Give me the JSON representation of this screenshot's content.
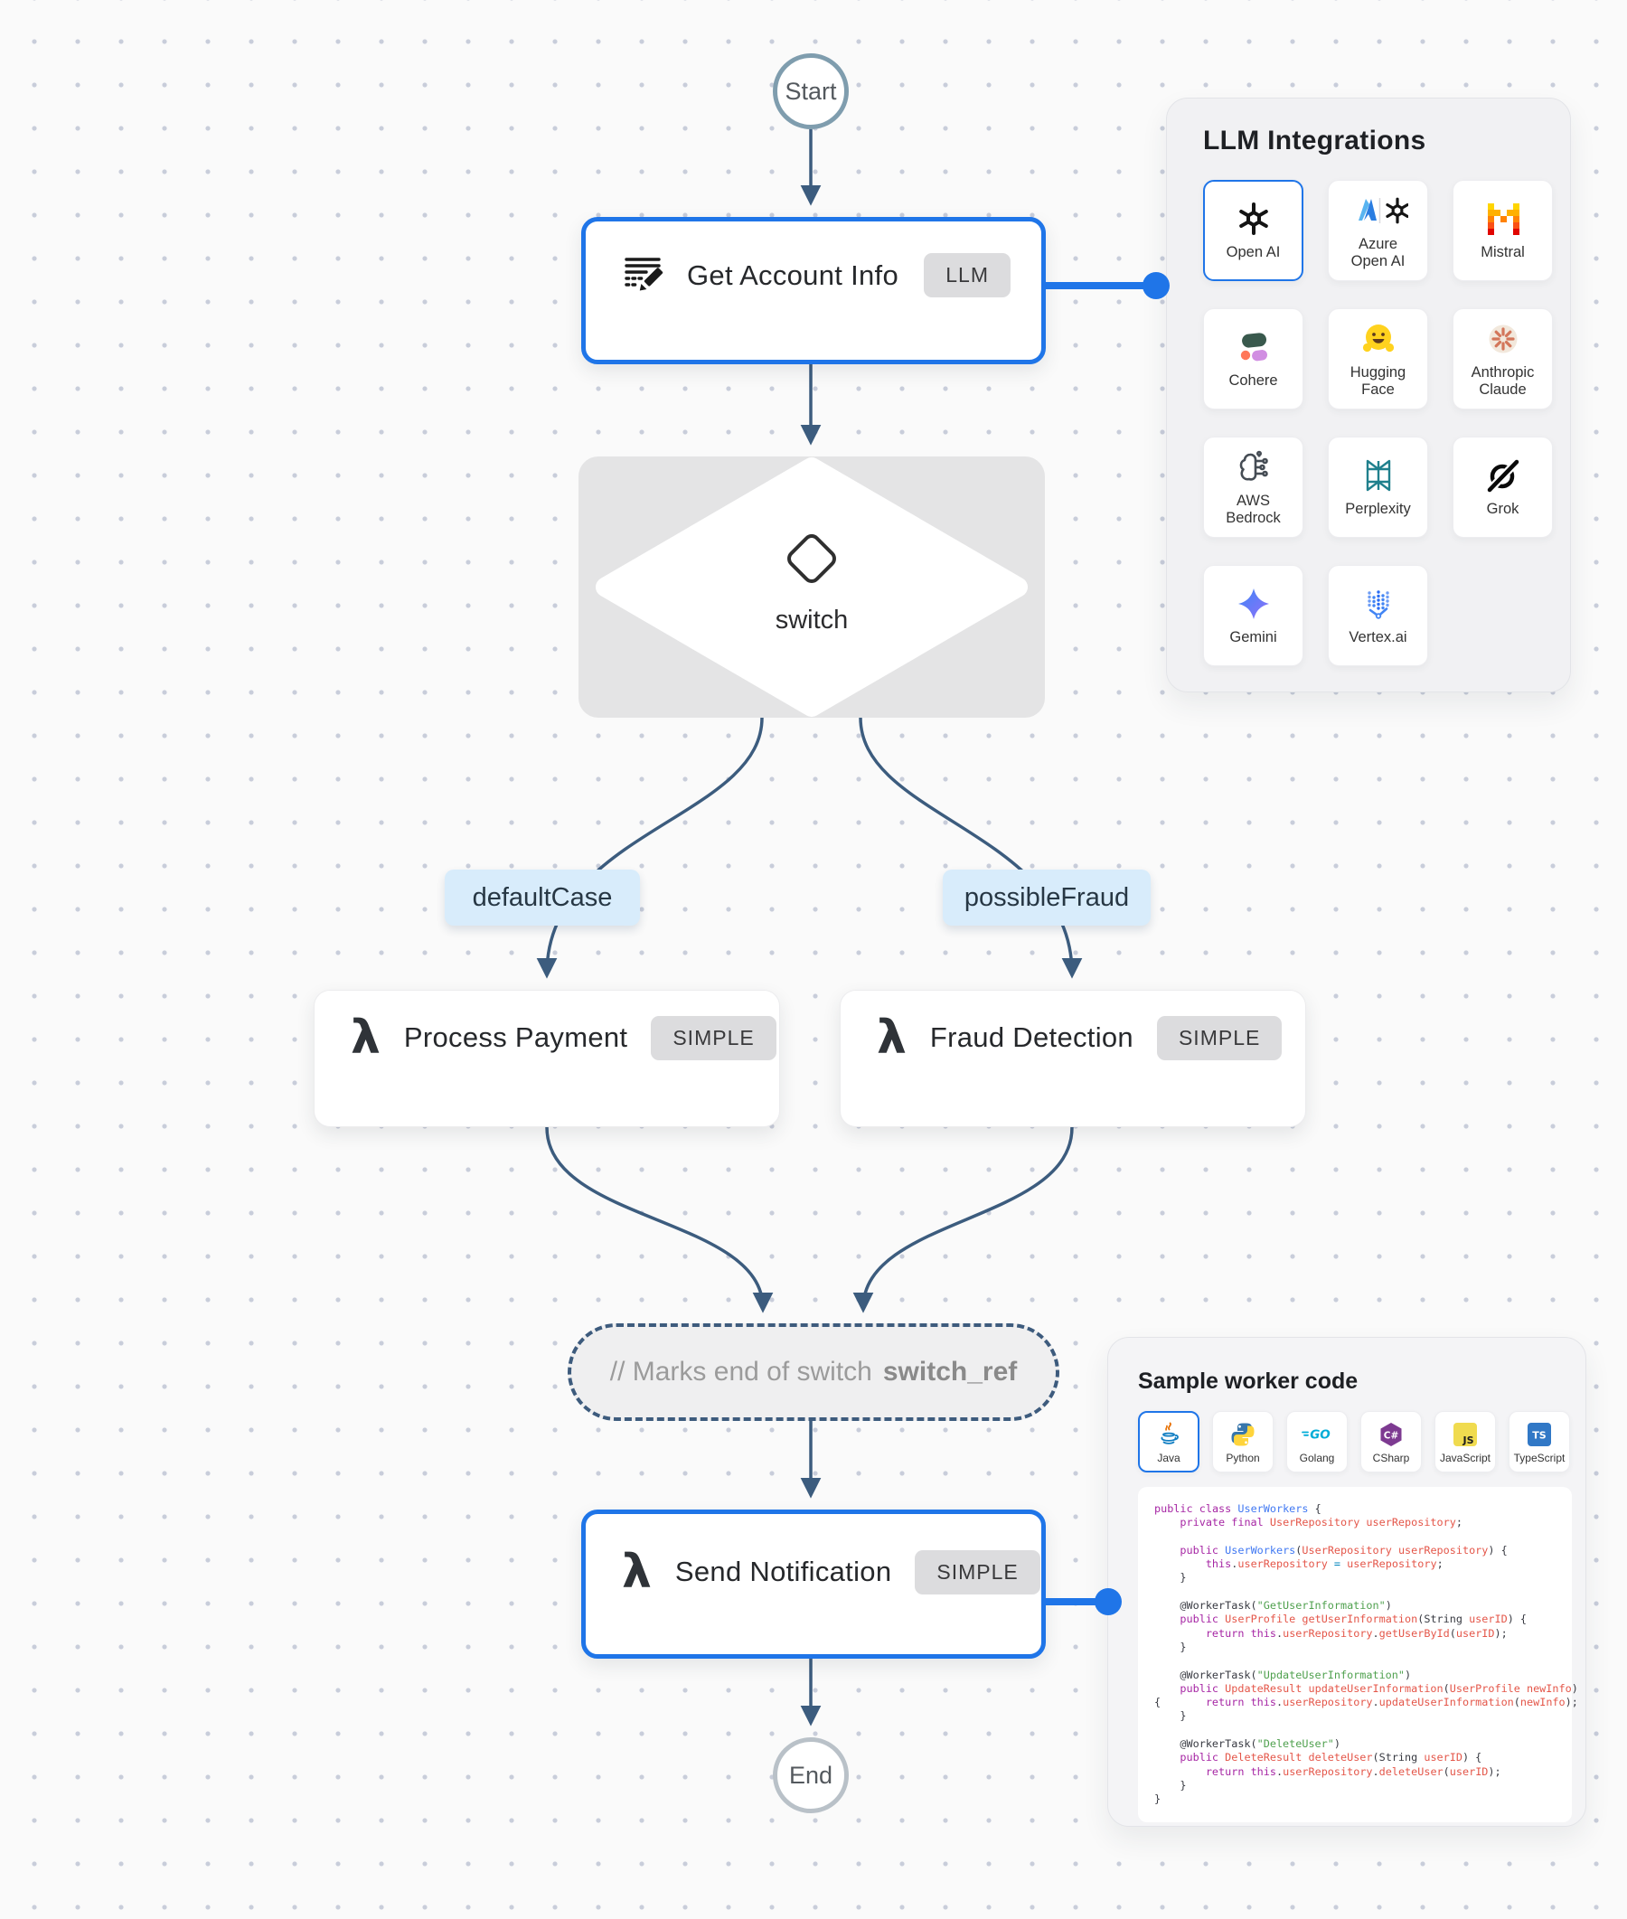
{
  "colors": {
    "accent": "#1f75e8",
    "edge": "#3c5c7e",
    "chip_bg": "#d8ecfb",
    "dot": "#c8cdda",
    "canvas_bg": "#fafafa",
    "tok_kw": "#a626a4",
    "tok_ty": "#e45649",
    "tok_fn": "#4078f2",
    "tok_st": "#50a14f",
    "tok_pl": "#383a42",
    "tok_op": "#0184bc"
  },
  "flow": {
    "start_label": "Start",
    "end_label": "End",
    "nodes": {
      "get_account_info": {
        "title": "Get Account Info",
        "badge": "LLM",
        "icon": "edit-document-icon"
      },
      "switch": {
        "label": "switch",
        "icon": "diamond-icon"
      },
      "process_payment": {
        "title": "Process Payment",
        "badge": "SIMPLE",
        "icon": "lambda-icon"
      },
      "fraud_detection": {
        "title": "Fraud Detection",
        "badge": "SIMPLE",
        "icon": "lambda-icon"
      },
      "end_switch": {
        "comment": "// Marks end of switch",
        "ref": "switch_ref"
      },
      "send_notification": {
        "title": "Send Notification",
        "badge": "SIMPLE",
        "icon": "lambda-icon"
      }
    },
    "edge_labels": {
      "left": "defaultCase",
      "right": "possibleFraud"
    }
  },
  "llm_panel": {
    "title": "LLM Integrations",
    "items": [
      {
        "label": "Open AI",
        "icon": "openai-icon",
        "selected": true
      },
      {
        "label": "Azure\nOpen AI",
        "icon": "azure-openai-icon",
        "selected": false
      },
      {
        "label": "Mistral",
        "icon": "mistral-icon",
        "selected": false
      },
      {
        "label": "Cohere",
        "icon": "cohere-icon",
        "selected": false
      },
      {
        "label": "Hugging\nFace",
        "icon": "huggingface-icon",
        "selected": false
      },
      {
        "label": "Anthropic\nClaude",
        "icon": "anthropic-icon",
        "selected": false
      },
      {
        "label": "AWS\nBedrock",
        "icon": "aws-bedrock-icon",
        "selected": false
      },
      {
        "label": "Perplexity",
        "icon": "perplexity-icon",
        "selected": false
      },
      {
        "label": "Grok",
        "icon": "grok-icon",
        "selected": false
      },
      {
        "label": "Gemini",
        "icon": "gemini-icon",
        "selected": false
      },
      {
        "label": "Vertex.ai",
        "icon": "vertexai-icon",
        "selected": false
      }
    ]
  },
  "code_panel": {
    "title": "Sample worker code",
    "languages": [
      {
        "label": "Java",
        "icon": "java-icon",
        "selected": true
      },
      {
        "label": "Python",
        "icon": "python-icon",
        "selected": false
      },
      {
        "label": "Golang",
        "icon": "golang-icon",
        "selected": false
      },
      {
        "label": "CSharp",
        "icon": "csharp-icon",
        "selected": false
      },
      {
        "label": "JavaScript",
        "icon": "javascript-icon",
        "selected": false
      },
      {
        "label": "TypeScript",
        "icon": "typescript-icon",
        "selected": false
      }
    ],
    "code_lines": [
      [
        {
          "c": "kw",
          "t": "public"
        },
        {
          "c": "pl",
          "t": " "
        },
        {
          "c": "kw",
          "t": "class"
        },
        {
          "c": "pl",
          "t": " "
        },
        {
          "c": "fn",
          "t": "UserWorkers"
        },
        {
          "c": "pl",
          "t": " {"
        }
      ],
      [
        {
          "c": "pl",
          "t": "    "
        },
        {
          "c": "kw",
          "t": "private"
        },
        {
          "c": "pl",
          "t": " "
        },
        {
          "c": "kw",
          "t": "final"
        },
        {
          "c": "pl",
          "t": " "
        },
        {
          "c": "ty",
          "t": "UserRepository userRepository"
        },
        {
          "c": "pl",
          "t": ";"
        }
      ],
      [],
      [
        {
          "c": "pl",
          "t": "    "
        },
        {
          "c": "kw",
          "t": "public"
        },
        {
          "c": "pl",
          "t": " "
        },
        {
          "c": "fn",
          "t": "UserWorkers"
        },
        {
          "c": "pl",
          "t": "("
        },
        {
          "c": "ty",
          "t": "UserRepository userRepository"
        },
        {
          "c": "pl",
          "t": ") {"
        }
      ],
      [
        {
          "c": "pl",
          "t": "        "
        },
        {
          "c": "kw",
          "t": "this"
        },
        {
          "c": "pl",
          "t": "."
        },
        {
          "c": "ty",
          "t": "userRepository"
        },
        {
          "c": "pl",
          "t": " "
        },
        {
          "c": "op",
          "t": "="
        },
        {
          "c": "pl",
          "t": " "
        },
        {
          "c": "ty",
          "t": "userRepository"
        },
        {
          "c": "pl",
          "t": ";"
        }
      ],
      [
        {
          "c": "pl",
          "t": "    }"
        }
      ],
      [],
      [
        {
          "c": "pl",
          "t": "    @WorkerTask("
        },
        {
          "c": "st",
          "t": "\"GetUserInformation\""
        },
        {
          "c": "pl",
          "t": ")"
        }
      ],
      [
        {
          "c": "pl",
          "t": "    "
        },
        {
          "c": "kw",
          "t": "public"
        },
        {
          "c": "pl",
          "t": " "
        },
        {
          "c": "ty",
          "t": "UserProfile getUserInformation"
        },
        {
          "c": "pl",
          "t": "(String "
        },
        {
          "c": "ty",
          "t": "userID"
        },
        {
          "c": "pl",
          "t": ") {"
        }
      ],
      [
        {
          "c": "pl",
          "t": "        "
        },
        {
          "c": "kw",
          "t": "return"
        },
        {
          "c": "pl",
          "t": " "
        },
        {
          "c": "kw",
          "t": "this"
        },
        {
          "c": "pl",
          "t": "."
        },
        {
          "c": "ty",
          "t": "userRepository"
        },
        {
          "c": "pl",
          "t": "."
        },
        {
          "c": "ty",
          "t": "getUserById"
        },
        {
          "c": "pl",
          "t": "("
        },
        {
          "c": "ty",
          "t": "userID"
        },
        {
          "c": "pl",
          "t": ");"
        }
      ],
      [
        {
          "c": "pl",
          "t": "    }"
        }
      ],
      [],
      [
        {
          "c": "pl",
          "t": "    @WorkerTask("
        },
        {
          "c": "st",
          "t": "\"UpdateUserInformation\""
        },
        {
          "c": "pl",
          "t": ")"
        }
      ],
      [
        {
          "c": "pl",
          "t": "    "
        },
        {
          "c": "kw",
          "t": "public"
        },
        {
          "c": "pl",
          "t": " "
        },
        {
          "c": "ty",
          "t": "UpdateResult updateUserInformation"
        },
        {
          "c": "pl",
          "t": "("
        },
        {
          "c": "ty",
          "t": "UserProfile newInfo"
        },
        {
          "c": "pl",
          "t": ")"
        }
      ],
      [
        {
          "c": "pl",
          "t": "{       "
        },
        {
          "c": "kw",
          "t": "return"
        },
        {
          "c": "pl",
          "t": " "
        },
        {
          "c": "kw",
          "t": "this"
        },
        {
          "c": "pl",
          "t": "."
        },
        {
          "c": "ty",
          "t": "userRepository"
        },
        {
          "c": "pl",
          "t": "."
        },
        {
          "c": "ty",
          "t": "updateUserInformation"
        },
        {
          "c": "pl",
          "t": "("
        },
        {
          "c": "ty",
          "t": "newInfo"
        },
        {
          "c": "pl",
          "t": ");"
        }
      ],
      [
        {
          "c": "pl",
          "t": "    }"
        }
      ],
      [],
      [
        {
          "c": "pl",
          "t": "    @WorkerTask("
        },
        {
          "c": "st",
          "t": "\"DeleteUser\""
        },
        {
          "c": "pl",
          "t": ")"
        }
      ],
      [
        {
          "c": "pl",
          "t": "    "
        },
        {
          "c": "kw",
          "t": "public"
        },
        {
          "c": "pl",
          "t": " "
        },
        {
          "c": "ty",
          "t": "DeleteResult deleteUser"
        },
        {
          "c": "pl",
          "t": "(String "
        },
        {
          "c": "ty",
          "t": "userID"
        },
        {
          "c": "pl",
          "t": ") {"
        }
      ],
      [
        {
          "c": "pl",
          "t": "        "
        },
        {
          "c": "kw",
          "t": "return"
        },
        {
          "c": "pl",
          "t": " "
        },
        {
          "c": "kw",
          "t": "this"
        },
        {
          "c": "pl",
          "t": "."
        },
        {
          "c": "ty",
          "t": "userRepository"
        },
        {
          "c": "pl",
          "t": "."
        },
        {
          "c": "ty",
          "t": "deleteUser"
        },
        {
          "c": "pl",
          "t": "("
        },
        {
          "c": "ty",
          "t": "userID"
        },
        {
          "c": "pl",
          "t": ");"
        }
      ],
      [
        {
          "c": "pl",
          "t": "    }"
        }
      ],
      [
        {
          "c": "pl",
          "t": "}"
        }
      ]
    ]
  }
}
